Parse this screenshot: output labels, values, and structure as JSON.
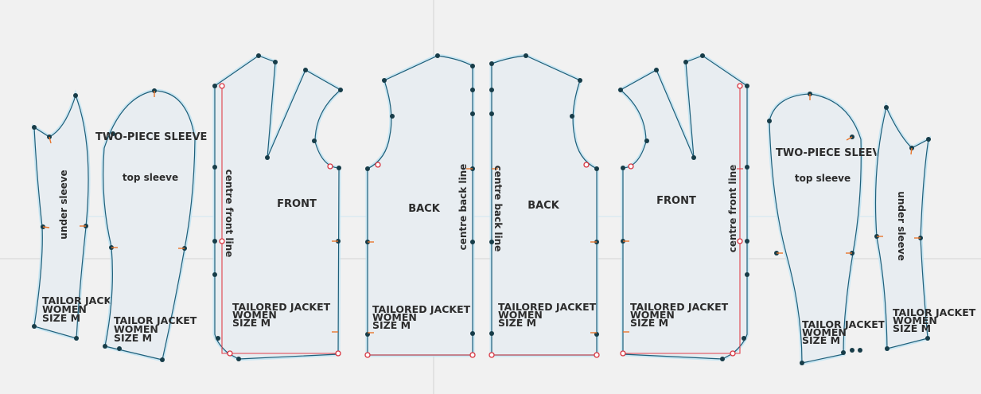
{
  "pieces": {
    "under_sleeve_left": {
      "line": "under sleeve",
      "info": [
        "TAILOR JACKET",
        "WOMEN",
        "SIZE M"
      ]
    },
    "top_sleeve_left": {
      "title": "TWO-PIECE SLEEVE",
      "name": "top sleeve",
      "info": [
        "TAILOR JACKET",
        "WOMEN",
        "SIZE M"
      ]
    },
    "front_left": {
      "name": "FRONT",
      "line": "centre front line",
      "info": [
        "TAILORED JACKET",
        "WOMEN",
        "SIZE M"
      ]
    },
    "back_left": {
      "name": "BACK",
      "line": "centre back line",
      "info": [
        "TAILORED JACKET",
        "WOMEN",
        "SIZE M"
      ]
    },
    "back_right": {
      "name": "BACK",
      "line": "centre back line",
      "info": [
        "TAILORED JACKET",
        "WOMEN",
        "SIZE M"
      ]
    },
    "front_right": {
      "name": "FRONT",
      "line": "centre front line",
      "info": [
        "TAILORED JACKET",
        "WOMEN",
        "SIZE M"
      ]
    },
    "top_sleeve_right": {
      "title": "TWO-PIECE SLEEVE",
      "name": "top sleeve",
      "info": [
        "TAILOR JACKET",
        "WOMEN",
        "SIZE M"
      ]
    },
    "under_sleeve_right": {
      "line": "under sleeve",
      "info": [
        "TAILOR JACKET",
        "WOMEN",
        "SIZE M"
      ]
    }
  },
  "colors": {
    "background": "#f1f1f1",
    "piece_fill": "#e8edf1",
    "outline": "#1e5f7a",
    "seam_line": "#e0404a",
    "point": "#173c48",
    "notch": "#e8772e"
  }
}
